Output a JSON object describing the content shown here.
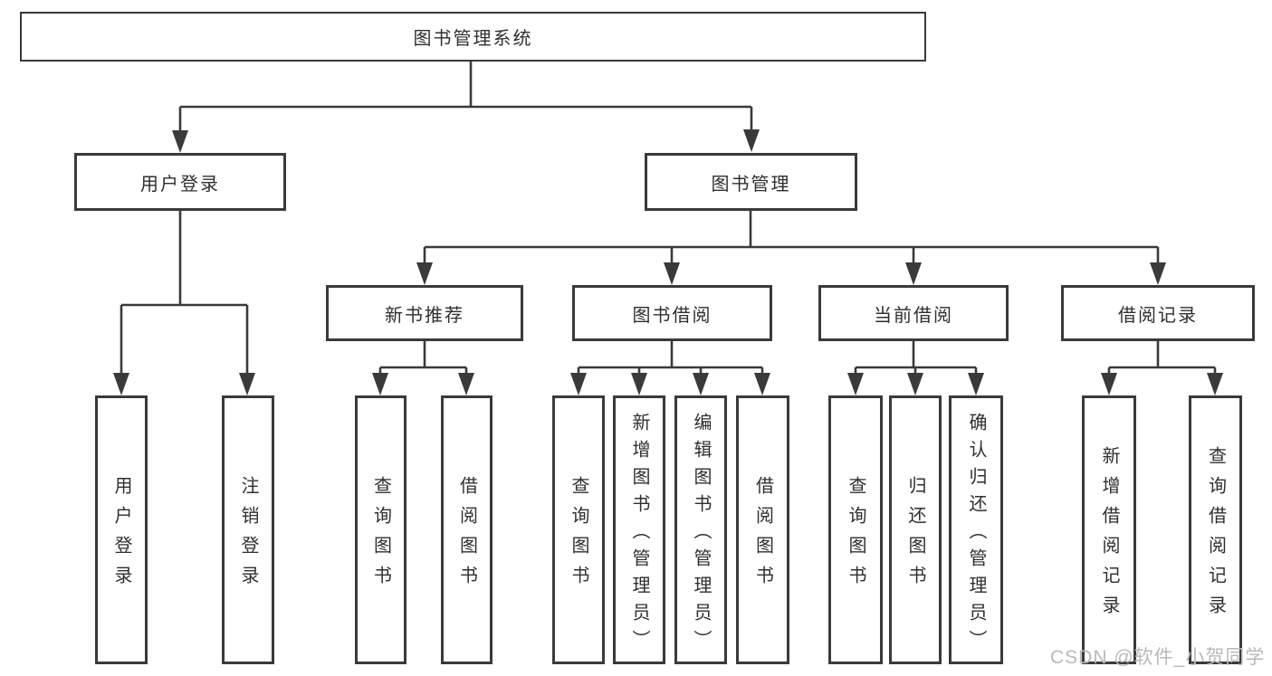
{
  "tree": {
    "root": {
      "label": "图书管理系统",
      "children": [
        {
          "label": "用户登录",
          "children": [
            {
              "label": "用户登录"
            },
            {
              "label": "注销登录"
            }
          ]
        },
        {
          "label": "图书管理",
          "children": [
            {
              "label": "新书推荐",
              "children": [
                {
                  "label": "查询图书"
                },
                {
                  "label": "借阅图书"
                }
              ]
            },
            {
              "label": "图书借阅",
              "children": [
                {
                  "label": "查询图书"
                },
                {
                  "label": "新增图书（管理员）"
                },
                {
                  "label": "编辑图书（管理员）"
                },
                {
                  "label": "借阅图书"
                }
              ]
            },
            {
              "label": "当前借阅",
              "children": [
                {
                  "label": "查询图书"
                },
                {
                  "label": "归还图书"
                },
                {
                  "label": "确认归还（管理员）"
                }
              ]
            },
            {
              "label": "借阅记录",
              "children": [
                {
                  "label": "新增借阅记录"
                },
                {
                  "label": "查询借阅记录"
                }
              ]
            }
          ]
        }
      ]
    }
  },
  "watermark": {
    "text": "CSDN @软件_小贺同学"
  },
  "colors": {
    "line": "#3a3a3a",
    "text": "#2f2f2f",
    "watermark": "#b9b9b9",
    "background": "#ffffff"
  }
}
